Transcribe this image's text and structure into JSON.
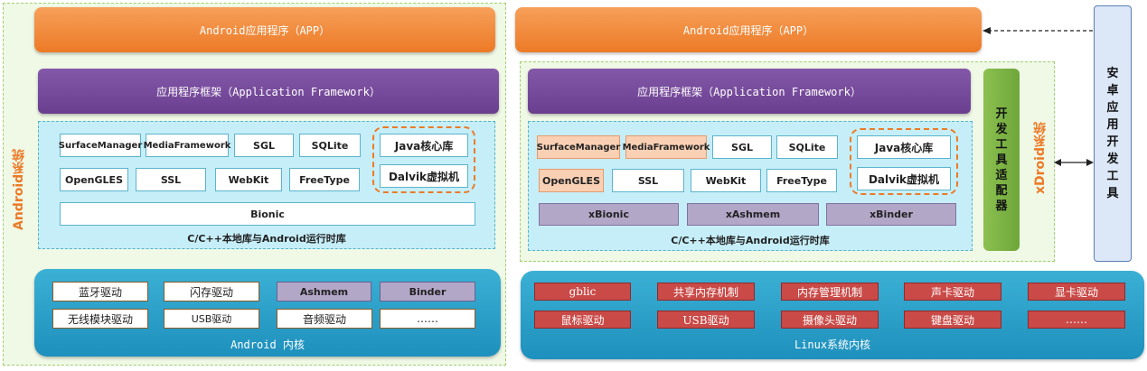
{
  "left": {
    "side_label": "Android系统",
    "app": "Android应用程序（APP）",
    "framework": "应用程序框架（Application Framework）",
    "libs": {
      "row1": [
        "SurfaceManager",
        "MediaFramework",
        "SGL",
        "SQLite"
      ],
      "row2": [
        "OpenGLES",
        "SSL",
        "WebKit",
        "FreeType"
      ],
      "bionic": "Bionic",
      "runtime": [
        "Java核心库",
        "Dalvik虚拟机"
      ],
      "caption": "C/C++本地库与Android运行时库"
    },
    "kernel": {
      "row1": [
        "蓝牙驱动",
        "闪存驱动",
        "Ashmem",
        "Binder"
      ],
      "row2": [
        "无线模块驱动",
        "USB驱动",
        "音频驱动",
        "……"
      ],
      "caption": "Android 内核"
    }
  },
  "right": {
    "side_label": "xDroid系统",
    "app": "Android应用程序（APP）",
    "framework": "应用程序框架（Application Framework）",
    "libs": {
      "row1": [
        "SurfaceManager",
        "MediaFramework",
        "SGL",
        "SQLite"
      ],
      "row2": [
        "OpenGLES",
        "SSL",
        "WebKit",
        "FreeType"
      ],
      "row3": [
        "xBionic",
        "xAshmem",
        "xBinder"
      ],
      "runtime": [
        "Java核心库",
        "Dalvik虚拟机"
      ],
      "caption": "C/C++本地库与Android运行时库"
    },
    "adapter": "开发工具适配器",
    "kernel": {
      "row1": [
        "gblic",
        "共享内存机制",
        "内存管理机制",
        "声卡驱动",
        "显卡驱动"
      ],
      "row2": [
        "鼠标驱动",
        "USB驱动",
        "摄像头驱动",
        "键盘驱动",
        "……"
      ],
      "caption": "Linux系统内核"
    },
    "dev_tools": "安卓应用开发工具"
  },
  "colors": {
    "app_orange": "#ec7a26",
    "framework_purple": "#6a3f8f",
    "libs_blue": "#c6eef8",
    "kernel_blue": "#1e90bd",
    "adapter_green": "#6ea63a",
    "highlight_peach": "#f9d0b4",
    "lavender": "#b3a7c8",
    "kernel_red": "#c94a47"
  }
}
